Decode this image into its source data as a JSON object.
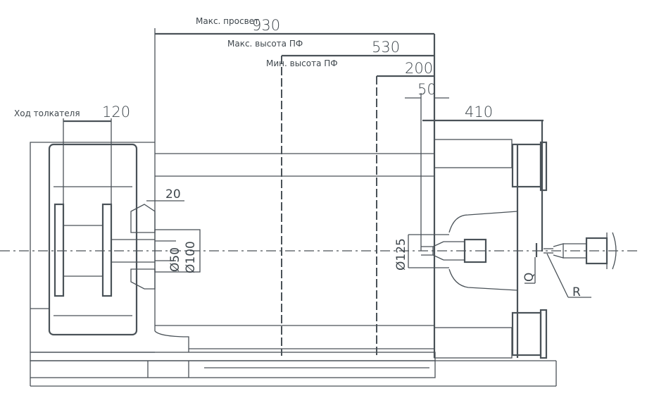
{
  "dimensions": {
    "max_clearance": {
      "label": "Макс. просвет",
      "value": "930"
    },
    "max_mold_height": {
      "label": "Макс. высота ПФ",
      "value": "530"
    },
    "min_mold_height": {
      "label": "Мин. высота ПФ",
      "value": "200"
    },
    "offset_50": {
      "value": "50"
    },
    "platen_410": {
      "value": "410"
    },
    "ejector_stroke": {
      "label": "Ход толкателя",
      "value": "120"
    },
    "recess_20": {
      "value": "20"
    },
    "diameter_50": {
      "value": "Ø50"
    },
    "diameter_100": {
      "value": "Ø100"
    },
    "diameter_125": {
      "value": "Ø125"
    },
    "q_label": {
      "value": "Q"
    },
    "r_label": {
      "value": "R"
    }
  },
  "colors": {
    "line": "#4a5258",
    "background": "#ffffff"
  }
}
